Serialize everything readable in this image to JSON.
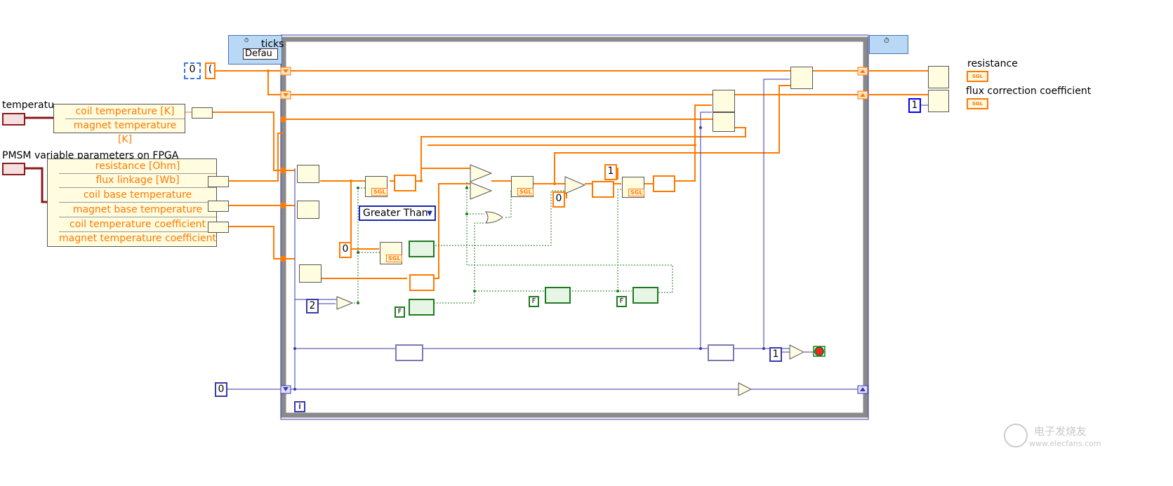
{
  "labels": {
    "temperature": "temperatu",
    "pmsm": "PMSM variable  parameters on FPGA",
    "ticks": "ticks",
    "default": "Defau",
    "resistance": "resistance",
    "flux_correction": "flux correction coefficient",
    "greater_than": "Greater Than",
    "sgl": "SGL",
    "loop_index": "i",
    "cluster_open_paren": "("
  },
  "temperature_cluster": [
    "coil temperature [K]",
    "magnet temperature [K]"
  ],
  "pmsm_cluster": [
    "resistance [Ohm]",
    "flux linkage [Wb]",
    "coil base temperature",
    "magnet base temperature",
    "coil temperature coefficient",
    "magnet temperature coefficient"
  ],
  "constants": {
    "init_zero": "0",
    "loop_zero": "0",
    "compare_zero": "0",
    "select_zero": "0",
    "two": "2",
    "one_top": "1",
    "one_compare": "1",
    "one_output": "1",
    "false_a": "F",
    "false_b": "F",
    "false_c": "F"
  },
  "watermark": {
    "line1": "电子发烧友",
    "line2": "www.elecfans.com"
  },
  "colors": {
    "orange_wire": "#ff7a00",
    "blue_wire": "#3a3aa8",
    "green_wire": "#1f7a1f",
    "loop_frame": "#8a8a8a",
    "node_fill": "#fffce0"
  }
}
